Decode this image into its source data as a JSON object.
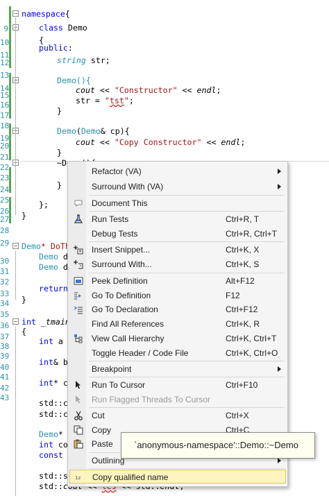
{
  "editor": {
    "line_numbers": [
      "9",
      "10",
      "11",
      "12",
      "13",
      "14",
      "15",
      "16",
      "17",
      "18",
      "19",
      "20",
      "21",
      "22",
      "23",
      "24",
      "25",
      "26",
      "27",
      "28",
      "29",
      "30",
      "31",
      "32",
      "33",
      "34",
      "35",
      "36",
      "37",
      "38",
      "39",
      "40",
      "41",
      "42",
      "43"
    ],
    "code": {
      "l9_ns": "namespace",
      "l9_brace": "{",
      "l10_kw": "class",
      "l10_name": " Demo",
      "l11": "{",
      "l12_kw": "public",
      "l12_colon": ":",
      "l13_type": "string",
      "l13_rest": " str;",
      "l15": "Demo(){",
      "l16_cout": "cout",
      "l16_op1": " << ",
      "l16_str": "\"Constructor\"",
      "l16_op2": " << ",
      "l16_endl": "endl",
      "l16_end": ";",
      "l17_a": "str = ",
      "l17_q1": "\"",
      "l17_sq": "tst",
      "l17_q2": "\"",
      "l17_end": ";",
      "l18": "}",
      "l20_name": "Demo",
      "l20_p1": "(",
      "l20_type": "Demo",
      "l20_p2": "& cp){",
      "l21_cout": "cout",
      "l21_op1": " << ",
      "l21_str": "\"Copy Constructor\"",
      "l21_op2": " << ",
      "l21_endl": "endl",
      "l21_end": ";",
      "l22": "}",
      "l23": "~Demo(){",
      "l25": "}",
      "l27": "};",
      "l28": "}",
      "l30_type": "Demo",
      "l30_rest": "* DoThe",
      "l31_type": "Demo",
      "l31_rest": " d",
      "l32_type": "Demo",
      "l32_rest": " d",
      "l34_kw": "return",
      "l35": "}",
      "l37_kw": "int",
      "l37_rest": " _tmain",
      "l38": "{",
      "l39_kw": "int",
      "l39_rest": " a",
      "l41_kw": "int",
      "l41_rest": "& b",
      "l43_kw": "int",
      "l43_rest": "* c",
      "l45": "std::co",
      "l46": "std::co",
      "l48_type": "Demo",
      "l48_rest": "*",
      "l49_kw": "int",
      "l49_rest": " co",
      "l50_kw": "const",
      "l52": "std::st",
      "l53_a": "std::",
      "l53_cout": "cout",
      "l53_b": " << ",
      "l53_sq": "tes",
      "l53_c": " << std::",
      "l53_endl": "endl",
      "l53_d": ";"
    }
  },
  "context_menu": {
    "items": [
      {
        "label": "Refactor (VA)",
        "shortcut": ""
      },
      {
        "label": "Surround With (VA)",
        "shortcut": ""
      },
      {
        "label": "Document This",
        "shortcut": ""
      },
      {
        "label": "Run Tests",
        "shortcut": "Ctrl+R, T"
      },
      {
        "label": "Debug Tests",
        "shortcut": "Ctrl+R, Ctrl+T"
      },
      {
        "label": "Insert Snippet...",
        "shortcut": "Ctrl+K, X"
      },
      {
        "label": "Surround With...",
        "shortcut": "Ctrl+K, S"
      },
      {
        "label": "Peek Definition",
        "shortcut": "Alt+F12"
      },
      {
        "label": "Go To Definition",
        "shortcut": "F12"
      },
      {
        "label": "Go To Declaration",
        "shortcut": "Ctrl+F12"
      },
      {
        "label": "Find All References",
        "shortcut": "Ctrl+K, R"
      },
      {
        "label": "View Call Hierarchy",
        "shortcut": "Ctrl+K, Ctrl+T"
      },
      {
        "label": "Toggle Header / Code File",
        "shortcut": "Ctrl+K, Ctrl+O"
      },
      {
        "label": "Breakpoint",
        "shortcut": ""
      },
      {
        "label": "Run To Cursor",
        "shortcut": "Ctrl+F10"
      },
      {
        "label": "Run Flagged Threads To Cursor",
        "shortcut": ""
      },
      {
        "label": "Cut",
        "shortcut": "Ctrl+X"
      },
      {
        "label": "Copy",
        "shortcut": "Ctrl+C"
      },
      {
        "label": "Paste",
        "shortcut": ""
      },
      {
        "label": "Outlining",
        "shortcut": ""
      },
      {
        "label": "Copy qualified name",
        "shortcut": ""
      }
    ]
  },
  "tooltip": {
    "text": "`anonymous-namespace'::Demo::~Demo"
  }
}
